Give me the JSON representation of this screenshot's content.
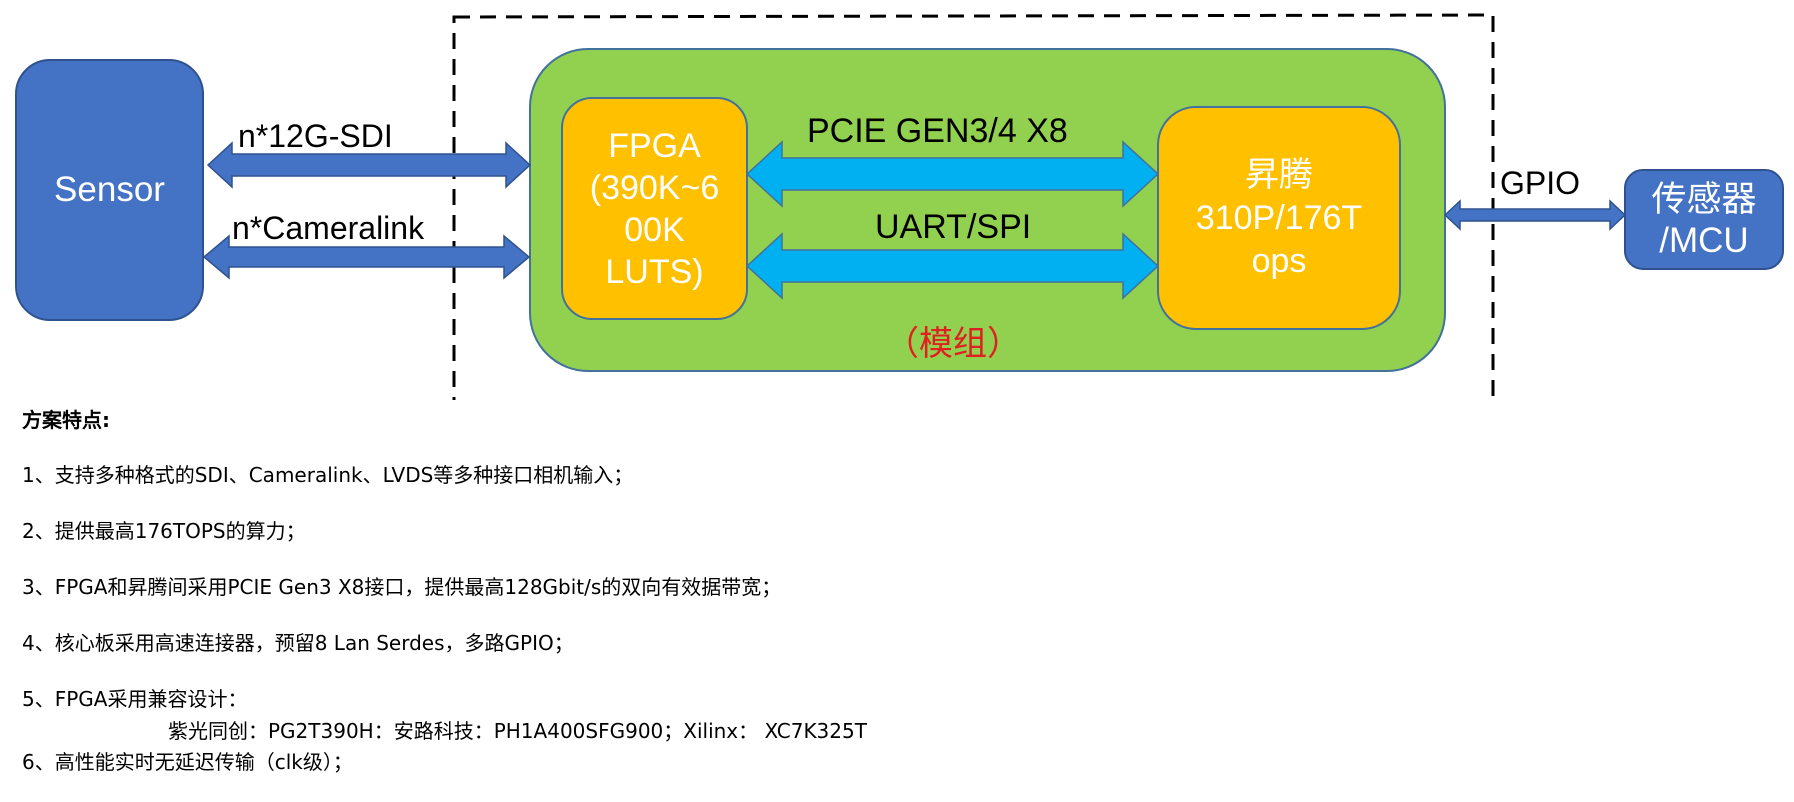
{
  "diagram": {
    "sensor_label": "Sensor",
    "fpga_label": "FPGA\n(390K~6\n00K\nLUTS)",
    "ascend_label": "昇腾\n310P/176T\nops",
    "mcu_label": "传感器\n/MCU",
    "module_label": "（模组）",
    "link_sdi": "n*12G-SDI",
    "link_cameralink": "n*Cameralink",
    "link_pcie": "PCIE GEN3/4 X8",
    "link_uart": "UART/SPI",
    "link_gpio": "GPIO"
  },
  "colors": {
    "sensor_fill": "#4472C4",
    "module_fill": "#92D050",
    "chip_fill": "#FFC000",
    "arrow_blue": "#4472C4",
    "arrow_cyan": "#00B0F0",
    "module_label": "#E02020"
  },
  "features": {
    "heading": "方案特点:",
    "items": [
      "1、支持多种格式的SDI、Cameralink、LVDS等多种接口相机输入；",
      "2、提供最高176TOPS的算力；",
      "3、FPGA和昇腾间采用PCIE Gen3 X8接口，提供最高128Gbit/s的双向有效据带宽；",
      "4、核心板采用高速连接器，预留8 Lan Serdes，多路GPIO；",
      "5、FPGA采用兼容设计："
    ],
    "sub_item": "紫光同创：PG2T390H：安路科技：PH1A400SFG900；Xilinx：  XC7K325T",
    "last_item": "6、高性能实时无延迟传输（clk级）；"
  }
}
